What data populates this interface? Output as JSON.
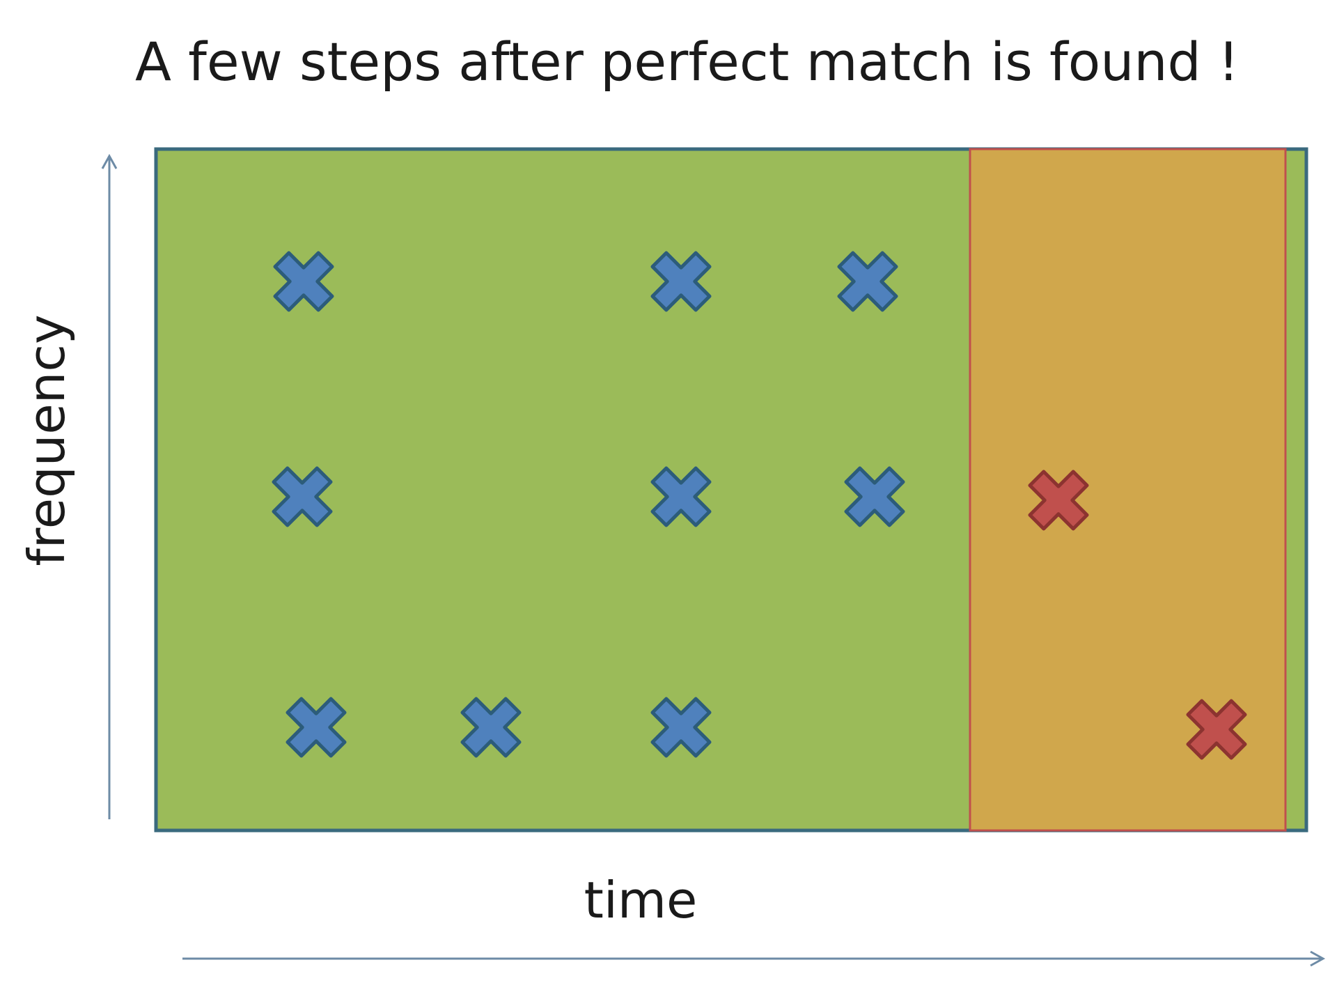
{
  "title": "A few steps after perfect match is found !",
  "axes": {
    "x_label": "time",
    "y_label": "frequency"
  },
  "colors": {
    "background": "#ffffff",
    "window_fill": "#9bbb59",
    "window_border": "#3a6a7e",
    "highlight_fill": "#d0a74c",
    "highlight_border": "#c0504d",
    "match_marker_fill": "#4f81bd",
    "match_marker_border": "#2c5c7a",
    "new_marker_fill": "#c0504d",
    "new_marker_border": "#8c3330",
    "axis_arrow": "#6d8ba6",
    "text": "#1a1a1a"
  },
  "markers": {
    "matched": [
      {
        "row": "top"
      },
      {
        "row": "top"
      },
      {
        "row": "top"
      },
      {
        "row": "middle"
      },
      {
        "row": "middle"
      },
      {
        "row": "middle"
      },
      {
        "row": "bottom"
      },
      {
        "row": "bottom"
      },
      {
        "row": "bottom"
      }
    ],
    "new": [
      {
        "row": "middle"
      },
      {
        "row": "bottom"
      }
    ]
  },
  "icons": {
    "marker": "x-mark-icon",
    "axis_arrow": "arrow-icon"
  }
}
